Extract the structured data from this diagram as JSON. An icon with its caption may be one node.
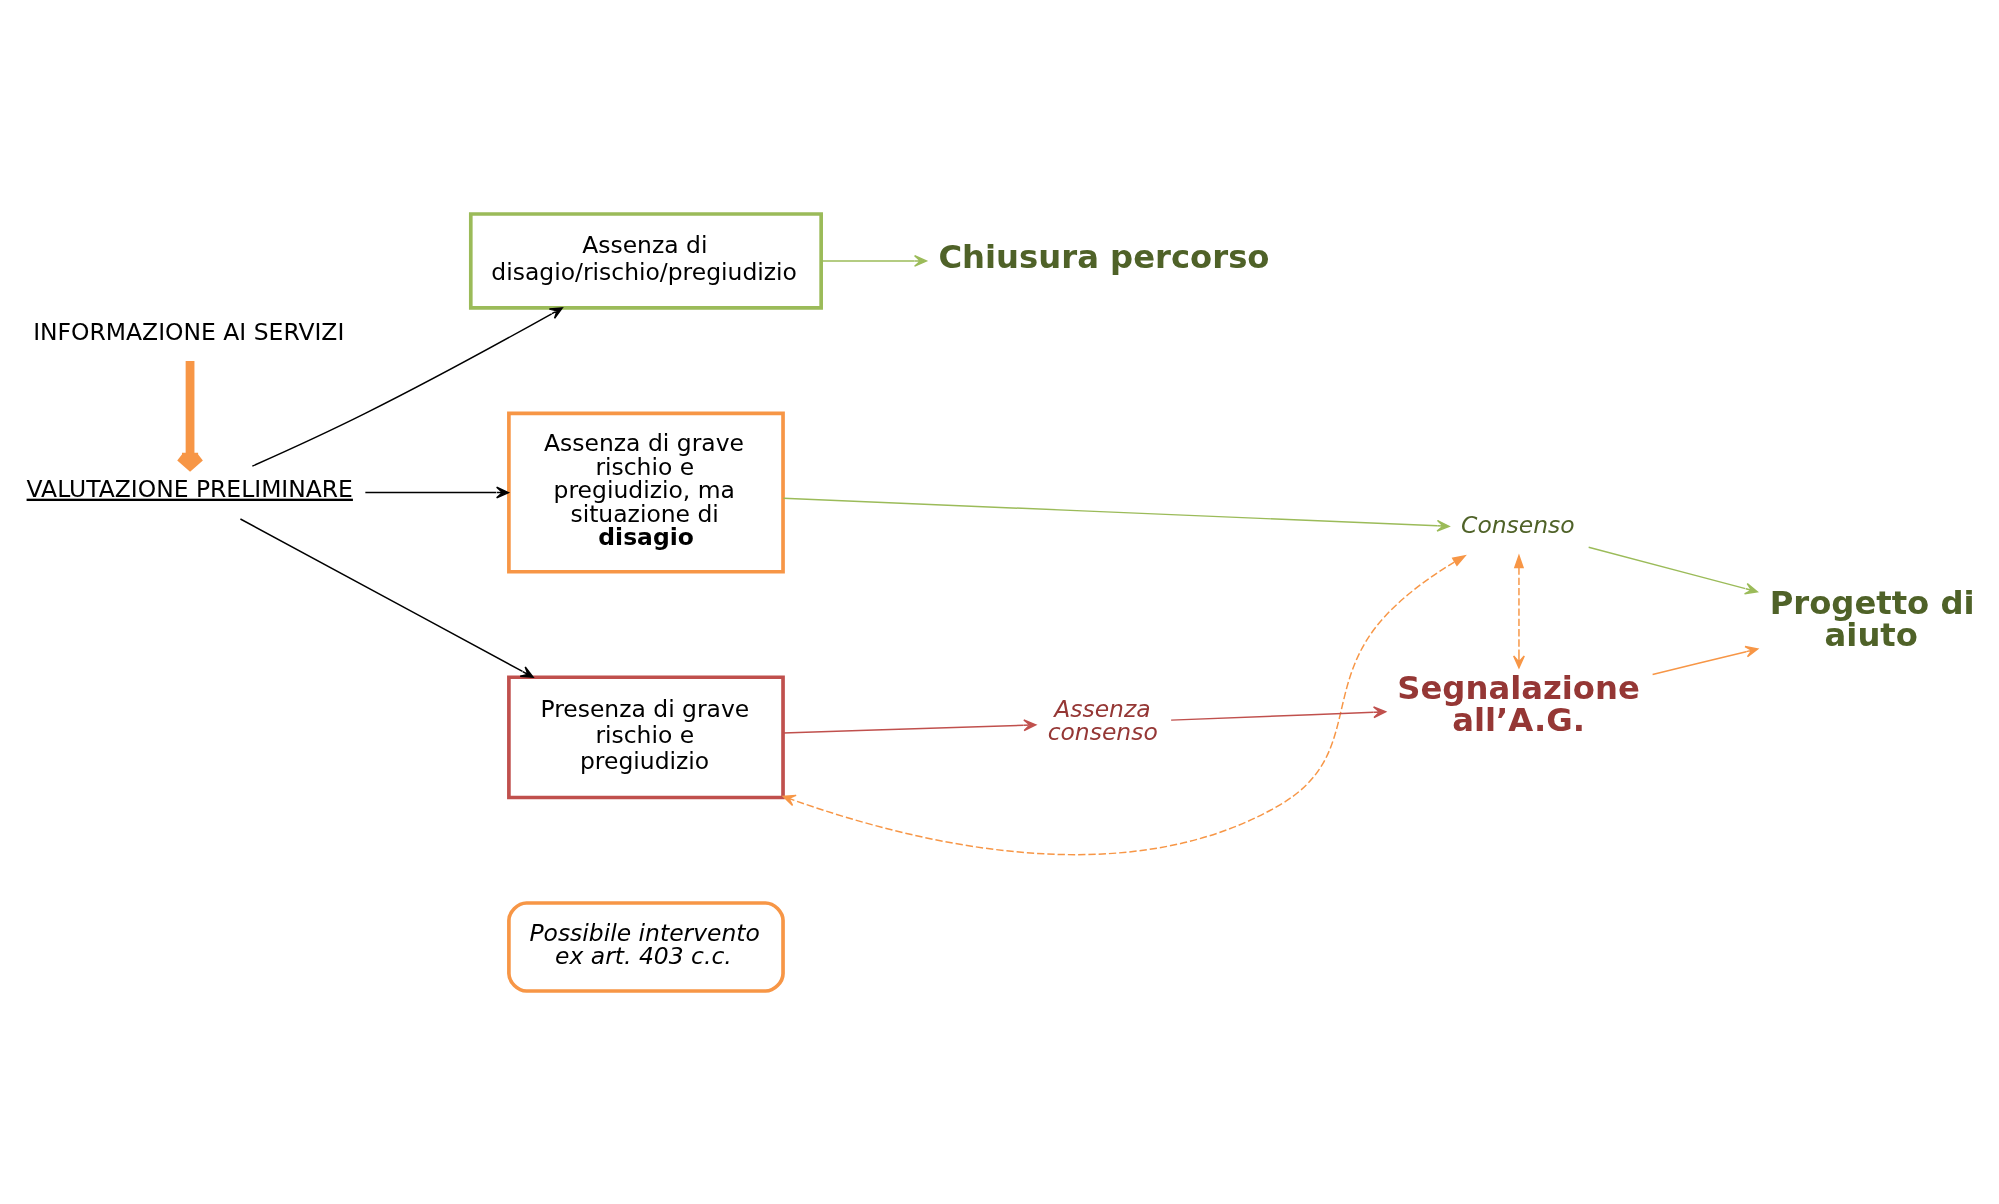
{
  "diagram": {
    "nodes": [
      {
        "text": [
          "INFORMAZIONE AI SERVIZI"
        ]
      },
      {
        "text": [
          "VALUTAZIONE PRELIMINARE"
        ]
      },
      {
        "text": [
          "Assenza di disagio/rischio/pregiudizio"
        ]
      },
      {
        "text": [
          "Assenza di grave rischio e pregiudizio, ma situazione di **disagio**"
        ]
      },
      {
        "text": [
          "Presenza di grave rischio e pregiudizio"
        ]
      },
      {
        "text": [
          "Possibile intervento ex art. 403 c.c."
        ]
      },
      {
        "text": [
          "Chiusura percorso"
        ]
      },
      {
        "text": [
          "Consenso"
        ]
      },
      {
        "text": [
          "Progetto di aiuto"
        ]
      },
      {
        "text": [
          "Assenza consenso"
        ]
      },
      {
        "text": [
          "Segnalazione all’A.G."
        ]
      }
    ],
    "edges": [
      {
        "from": 0,
        "to": 1,
        "arrow": "to",
        "style": "thick",
        "color": "#f79646"
      },
      {
        "from": 1,
        "to": 2,
        "arrow": "to",
        "color": "#000000"
      },
      {
        "from": 1,
        "to": 3,
        "arrow": "to",
        "color": "#000000"
      },
      {
        "from": 1,
        "to": 4,
        "arrow": "to",
        "color": "#000000"
      },
      {
        "from": 2,
        "to": 6,
        "arrow": "to",
        "color": "#9bbb59"
      },
      {
        "from": 3,
        "to": 7,
        "arrow": "to",
        "color": "#9bbb59"
      },
      {
        "from": 7,
        "to": 8,
        "arrow": "to",
        "color": "#9bbb59"
      },
      {
        "from": 4,
        "to": 9,
        "arrow": "to",
        "color": "#c0504d"
      },
      {
        "from": 9,
        "to": 10,
        "arrow": "to",
        "color": "#c0504d"
      },
      {
        "from": 7,
        "to": 4,
        "arrow": "both",
        "style": "dashed",
        "color": "#f79646"
      },
      {
        "from": 7,
        "to": 10,
        "arrow": "both",
        "style": "dashed",
        "color": "#f79646"
      },
      {
        "from": 10,
        "to": 8,
        "arrow": "to",
        "color": "#f79646"
      }
    ]
  }
}
